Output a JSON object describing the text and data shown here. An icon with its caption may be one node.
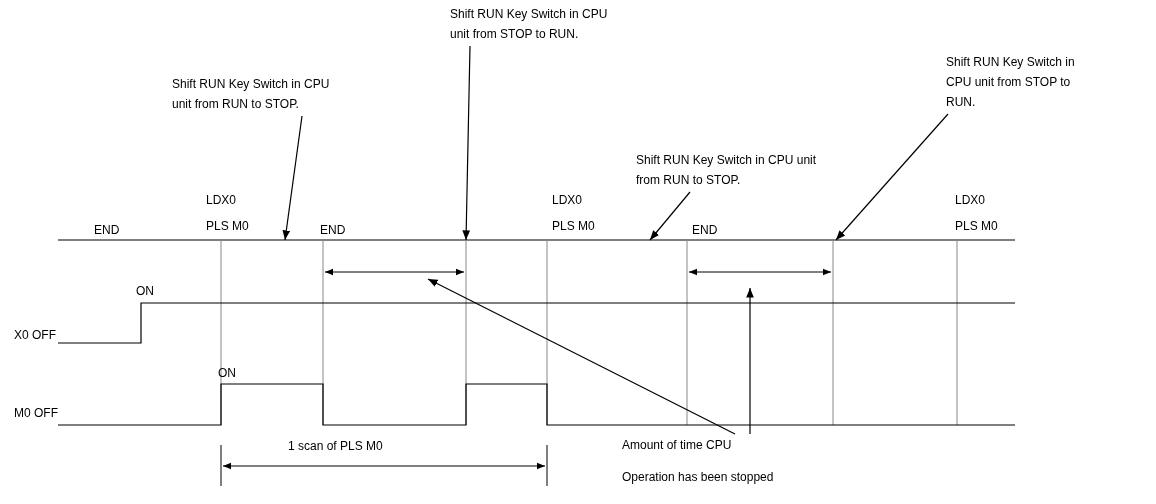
{
  "diagram": {
    "nodes": [
      {
        "text": [
          "Shift RUN Key Switch in CPU unit from RUN to STOP."
        ]
      },
      {
        "text": [
          "Shift RUN Key Switch in CPU unit from STOP to RUN."
        ]
      },
      {
        "text": [
          "Shift RUN Key Switch in CPU unit from RUN to STOP."
        ]
      },
      {
        "text": [
          "Shift RUN Key Switch in CPU unit from STOP to RUN."
        ]
      },
      {
        "text": [
          "Amount of time CPU",
          "Operation has been stopped"
        ]
      }
    ],
    "edges": [
      {
        "from": 0,
        "to": null,
        "arrow": "to"
      },
      {
        "from": 1,
        "to": null,
        "arrow": "to"
      },
      {
        "from": 2,
        "to": null,
        "arrow": "to"
      },
      {
        "from": 3,
        "to": null,
        "arrow": "to"
      },
      {
        "from": 4,
        "to": null,
        "arrow": "to"
      },
      {
        "from": 4,
        "to": null,
        "arrow": "to"
      }
    ],
    "labels": [
      "LDX0",
      "PLS M0",
      "LDX0",
      "PLS M0",
      "LDX0",
      "PLS M0",
      "END",
      "END",
      "END",
      "ON",
      "X0 OFF",
      "ON",
      "M0 OFF",
      "1 scan of PLS M0"
    ]
  }
}
